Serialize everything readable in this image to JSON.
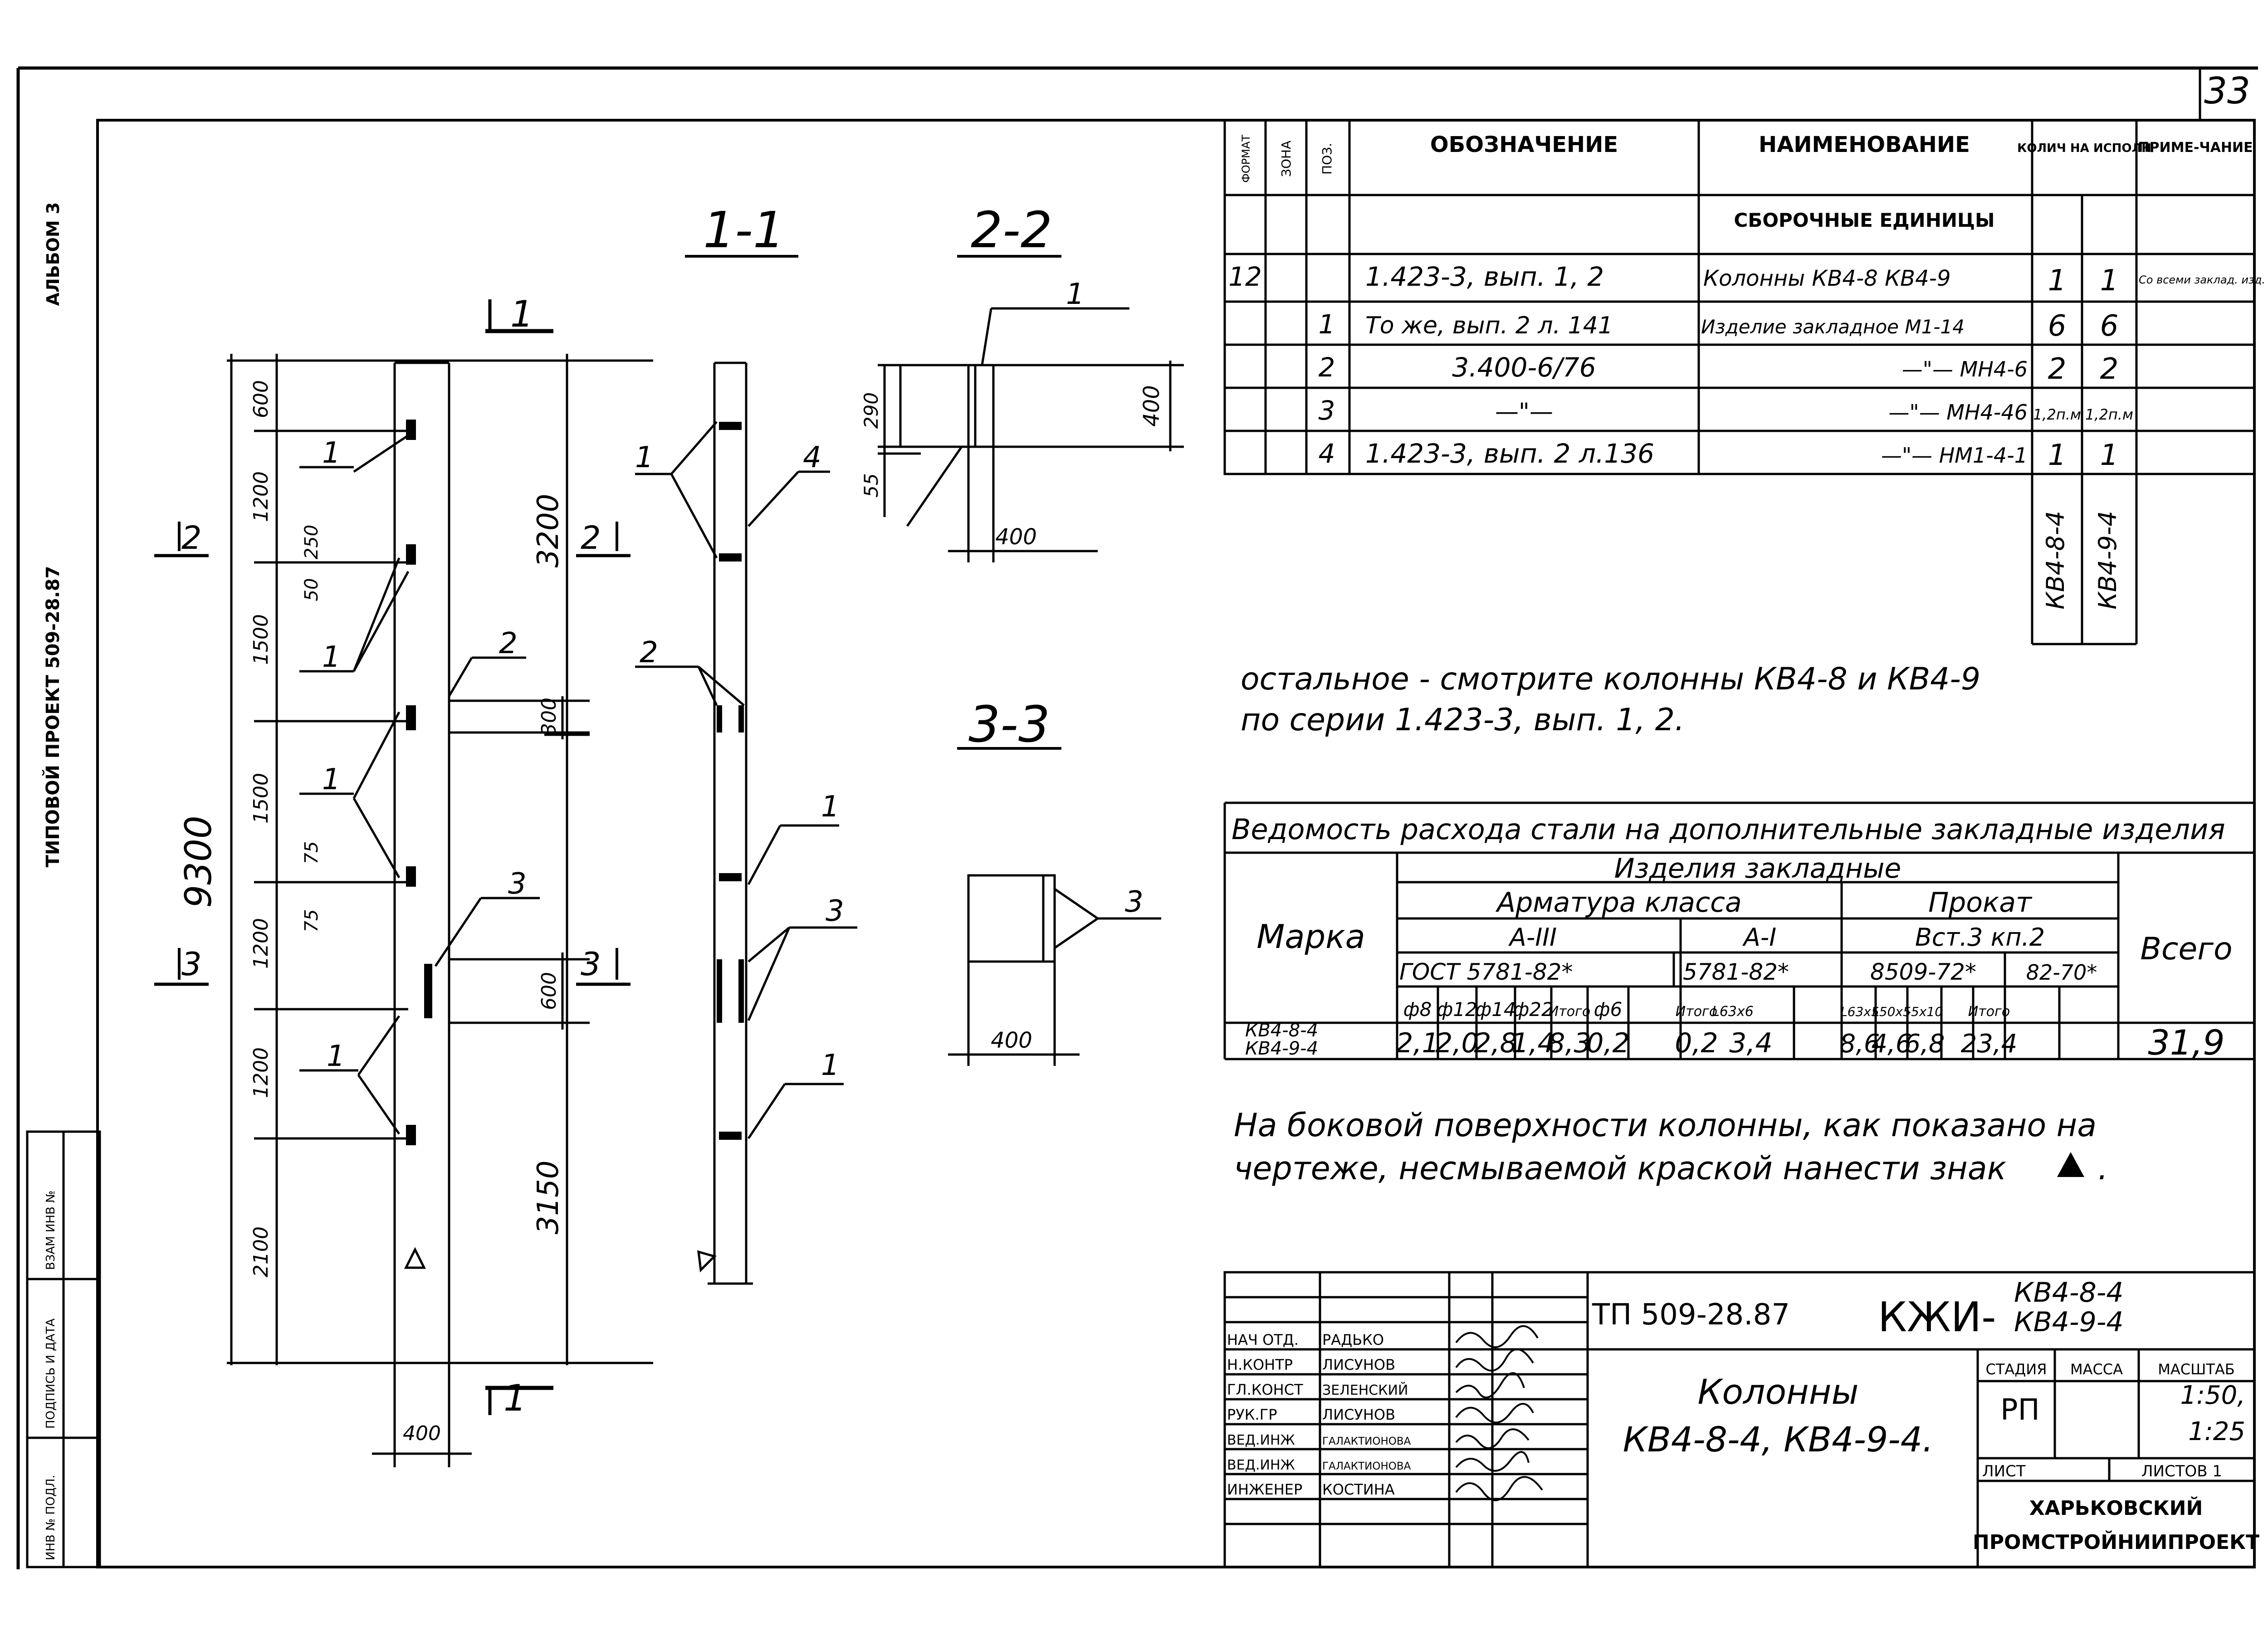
{
  "page_number": "33",
  "side": {
    "album": "АЛЬБОМ 3",
    "project": "ТИПОВОЙ ПРОЕКТ 509-28.87",
    "stamp": [
      "ИНВ № ПОДЛ.",
      "ПОДПИСЬ И ДАТА",
      "ВЗАМ ИНВ №"
    ]
  },
  "section_labels": {
    "s11": "1-1",
    "s22": "2-2",
    "s33": "3-3",
    "mark_1": "1",
    "mark_2": "2",
    "mark_3": "3"
  },
  "elevation_dims": {
    "total": "9300",
    "d600": "600",
    "d1200a": "1200",
    "d250": "250",
    "d50": "50",
    "d1500a": "1500",
    "d1500b": "1500",
    "d75a": "75",
    "d75b": "75",
    "d1200b": "1200",
    "d1200c": "1200",
    "d2100": "2100",
    "d3200": "3200",
    "d300": "300",
    "d600b": "600",
    "d3150": "3150",
    "width": "400"
  },
  "callouts": [
    "1",
    "1",
    "2",
    "1",
    "3",
    "1",
    "1",
    "4",
    "2",
    "1",
    "3",
    "1",
    "1",
    "3"
  ],
  "section22_dims": {
    "d290": "290",
    "d55": "55",
    "d400v": "400",
    "d400h": "400"
  },
  "section33_dims": {
    "d400": "400"
  },
  "spec": {
    "headers": [
      "ФОРМАТ",
      "ЗОНА",
      "ПОЗ.",
      "ОБОЗНАЧЕНИЕ",
      "НАИМЕНОВАНИЕ",
      "КОЛИЧ НА ИСПОЛН",
      "ПРИМЕ-ЧАНИЕ"
    ],
    "section_title": "СБОРОЧНЫЕ ЕДИНИЦЫ",
    "rows": [
      {
        "fmt": "12",
        "zone": "",
        "pos": "",
        "designation": "1.423-3, вып. 1, 2",
        "name": "Колонны КВ4-8 КВ4-9",
        "q1": "1",
        "q2": "1",
        "note": "Со всеми заклад. изд."
      },
      {
        "fmt": "",
        "zone": "",
        "pos": "1",
        "designation": "То же, вып. 2 л. 141",
        "name": "Изделие закладное М1-14",
        "q1": "6",
        "q2": "6",
        "note": ""
      },
      {
        "fmt": "",
        "zone": "",
        "pos": "2",
        "designation": "3.400-6/76",
        "name": "—\"— МН4-6",
        "q1": "2",
        "q2": "2",
        "note": ""
      },
      {
        "fmt": "",
        "zone": "",
        "pos": "3",
        "designation": "—\"—",
        "name": "—\"— МН4-46",
        "q1": "1,2п.м",
        "q2": "1,2п.м",
        "note": ""
      },
      {
        "fmt": "",
        "zone": "",
        "pos": "4",
        "designation": "1.423-3, вып. 2 л.136",
        "name": "—\"— НМ1-4-1",
        "q1": "1",
        "q2": "1",
        "note": ""
      }
    ],
    "executions": [
      "КВ4-8-4",
      "КВ4-9-4"
    ]
  },
  "note_rest": [
    "остальное - смотрите колонны КВ4-8 и КВ4-9",
    "по серии 1.423-3, вып. 1, 2."
  ],
  "steel": {
    "title": "Ведомость расхода стали на дополнительные закладные изделия",
    "mark_header": "Марка",
    "group_header": "Изделия закладные",
    "armature_header": "Арматура класса",
    "prokat_header": "Прокат",
    "total_header": "Всего",
    "class_a3": "А-III",
    "class_a1": "А-I",
    "steel_grade": "Вст.3 кп.2",
    "gost_a3": "ГОСТ 5781-82*",
    "gost_a1": "5781-82*",
    "gost_p1": "8509-72*",
    "gost_p2": "82-70*",
    "cols": [
      "ф8",
      "ф12",
      "ф14",
      "ф22",
      "Итого",
      "ф6",
      "Итого",
      "L63x6",
      "L63x5",
      "L50x5",
      "-5x10",
      "Итого"
    ],
    "row_mark": [
      "КВ4-8-4",
      "КВ4-9-4"
    ],
    "values": [
      "2,1",
      "2,0",
      "2,8",
      "1,4",
      "8,3",
      "0,2",
      "0,2",
      "3,4",
      "8,6",
      "4,6",
      "6,8",
      "23,4"
    ],
    "total": "31,9"
  },
  "note_side": [
    "На боковой поверхности колонны, как показано на",
    "чертеже, несмываемой краской нанести знак",
    "."
  ],
  "title_block": {
    "code": "ТП 509-28.87",
    "doc": "КЖИ-",
    "marks": [
      "КВ4-8-4",
      "КВ4-9-4"
    ],
    "object": [
      "Колонны",
      "КВ4-8-4, КВ4-9-4."
    ],
    "roles": [
      "НАЧ ОТД.",
      "Н.КОНТР",
      "ГЛ.КОНСТ",
      "РУК.ГР",
      "ВЕД.ИНЖ",
      "ВЕД.ИНЖ",
      "ИНЖЕНЕР"
    ],
    "names": [
      "РАДЬКО",
      "ЛИСУНОВ",
      "ЗЕЛЕНСКИЙ",
      "ЛИСУНОВ",
      "ГАЛАКТИОНОВА",
      "ГАЛАКТИОНОВА",
      "КОСТИНА"
    ],
    "stage_label": "СТАДИЯ",
    "mass_label": "МАССА",
    "scale_label": "МАСШТАБ",
    "stage": "РП",
    "scale": [
      "1:50,",
      "1:25"
    ],
    "sheet_label": "ЛИСТ",
    "sheets_label": "ЛИСТОВ 1",
    "org": [
      "ХАРЬКОВСКИЙ",
      "ПРОМСТРОЙНИИПРОЕКТ"
    ]
  }
}
